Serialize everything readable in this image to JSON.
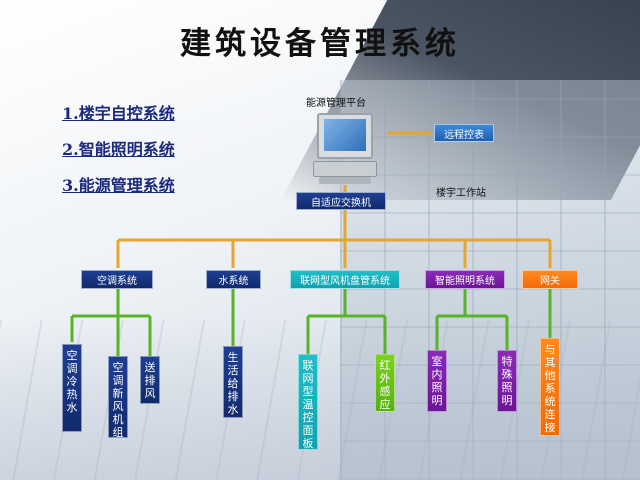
{
  "title": "建筑设备管理系统",
  "menu": [
    "1.楼宇自控系统",
    "2.智能照明系统",
    "3.能源管理系统"
  ],
  "platform_label": "能源管理平台",
  "remote_label": "远程控表",
  "switch_label": "自适应交换机",
  "workstation_label": "楼宇工作站",
  "systems": [
    {
      "label": "空调系统",
      "children": [
        "空调冷热水",
        "空调新风机组",
        "送排风"
      ]
    },
    {
      "label": "水系统",
      "children": [
        "生活给排水"
      ]
    },
    {
      "label": "联网型风机盘管系统",
      "children": [
        "联网型温控面板",
        "红外感应"
      ]
    },
    {
      "label": "智能照明系统",
      "children": [
        "室内照明",
        "特殊照明"
      ]
    },
    {
      "label": "网关",
      "children": [
        "与其他系统连接"
      ]
    }
  ],
  "colors": {
    "connector": "#e6a52c",
    "green_line": "#58b22a",
    "navy": "#102a6b",
    "menu_text": "#1b2a7a"
  }
}
